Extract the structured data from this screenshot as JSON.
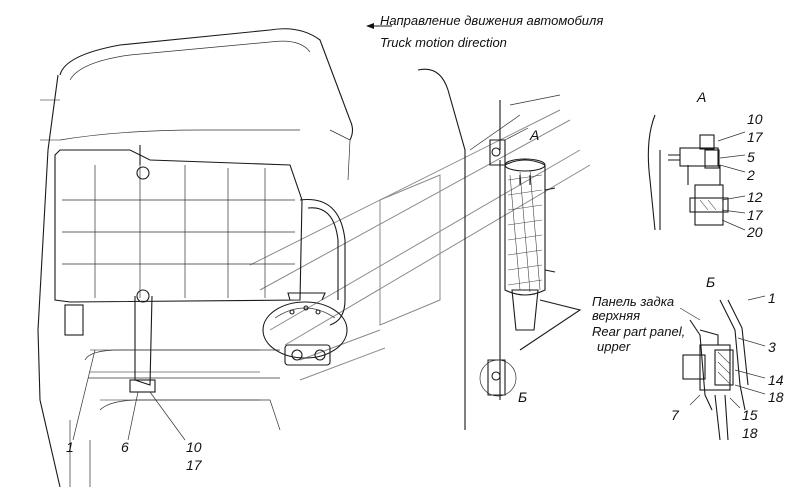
{
  "direction": {
    "ru": "Направление движения автомобиля",
    "en": "Truck motion direction"
  },
  "views": {
    "a_main": "А",
    "b_main": "Б",
    "a_detail": "А",
    "b_detail": "Б"
  },
  "main_callouts": {
    "c1": "1",
    "c6": "6",
    "c10": "10",
    "c17": "17"
  },
  "detail_a": {
    "c10": "10",
    "c17a": "17",
    "c5": "5",
    "c2": "2",
    "c12": "12",
    "c17b": "17",
    "c20": "20"
  },
  "detail_b": {
    "panel_ru_1": "Панель задка",
    "panel_ru_2": "верхняя",
    "panel_en_1": "Rear part panel,",
    "panel_en_2": "upper",
    "c1": "1",
    "c3": "3",
    "c14": "14",
    "c18a": "18",
    "c7": "7",
    "c15": "15",
    "c18b": "18"
  }
}
